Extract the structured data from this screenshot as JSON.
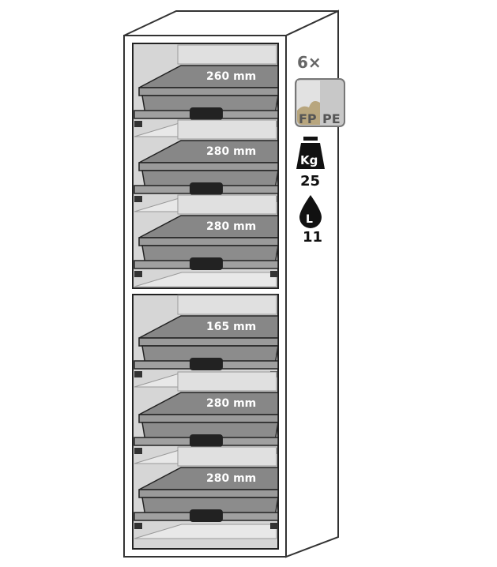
{
  "drawers": [
    {
      "label": "260 mm"
    },
    {
      "label": "280 mm"
    },
    {
      "label": "280 mm"
    },
    {
      "label": "165 mm"
    },
    {
      "label": "280 mm"
    },
    {
      "label": "280 mm"
    }
  ],
  "specs": {
    "count": "6×",
    "material_fp": "FP",
    "material_pe": "PE",
    "weight_unit": "Kg",
    "weight_value": "25",
    "volume_unit": "L",
    "volume_value": "11"
  },
  "colors": {
    "fp": "#b8a67e",
    "pe": "#c8c8c8",
    "tray": "#8c8c8c",
    "outline": "#222222"
  }
}
